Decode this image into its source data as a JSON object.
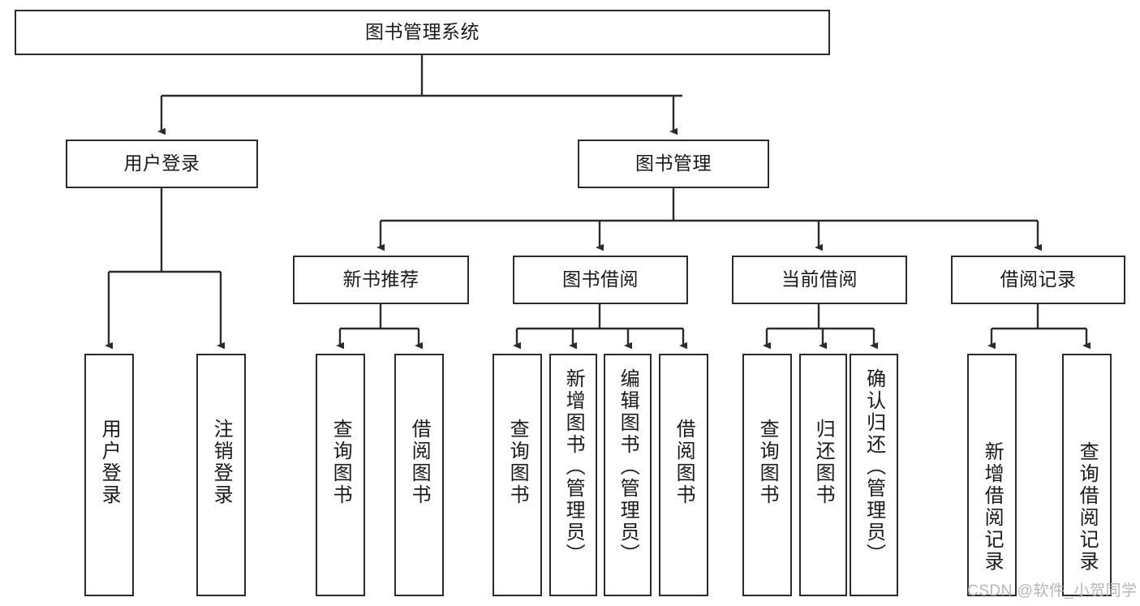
{
  "diagram": {
    "title": "图书管理系统",
    "type": "hierarchy-tree",
    "root": {
      "id": "root",
      "label": "图书管理系统"
    },
    "level2": [
      {
        "id": "user-login",
        "label": "用户登录"
      },
      {
        "id": "book-manage",
        "label": "图书管理"
      }
    ],
    "level3": [
      {
        "id": "new-book-recommend",
        "label": "新书推荐",
        "parent": "book-manage"
      },
      {
        "id": "book-borrow",
        "label": "图书借阅",
        "parent": "book-manage"
      },
      {
        "id": "current-borrow",
        "label": "当前借阅",
        "parent": "book-manage"
      },
      {
        "id": "borrow-record",
        "label": "借阅记录",
        "parent": "book-manage"
      }
    ],
    "leaves": [
      {
        "id": "leaf-user-login",
        "label": "用户登录",
        "parent": "user-login"
      },
      {
        "id": "leaf-logout",
        "label": "注销登录",
        "parent": "user-login"
      },
      {
        "id": "leaf-query-book-1",
        "label": "查询图书",
        "parent": "new-book-recommend"
      },
      {
        "id": "leaf-borrow-book-1",
        "label": "借阅图书",
        "parent": "new-book-recommend"
      },
      {
        "id": "leaf-query-book-2",
        "label": "查询图书",
        "parent": "book-borrow"
      },
      {
        "id": "leaf-add-book",
        "label": "新增图书（管理员）",
        "parent": "book-borrow"
      },
      {
        "id": "leaf-edit-book",
        "label": "编辑图书（管理员）",
        "parent": "book-borrow"
      },
      {
        "id": "leaf-borrow-book-2",
        "label": "借阅图书",
        "parent": "book-borrow"
      },
      {
        "id": "leaf-query-book-3",
        "label": "查询图书",
        "parent": "current-borrow"
      },
      {
        "id": "leaf-return-book",
        "label": "归还图书",
        "parent": "current-borrow"
      },
      {
        "id": "leaf-confirm-return",
        "label": "确认归还（管理员）",
        "parent": "current-borrow"
      },
      {
        "id": "leaf-add-record",
        "label": "新增借阅记录",
        "parent": "borrow-record"
      },
      {
        "id": "leaf-query-record",
        "label": "查询借阅记录",
        "parent": "borrow-record"
      }
    ]
  },
  "watermark": {
    "text": "CSDN @软件_小贺同学"
  },
  "colors": {
    "border": "#2b2b2b",
    "text": "#1a1a1a",
    "background": "#ffffff",
    "watermark": "#b5b5b5"
  }
}
